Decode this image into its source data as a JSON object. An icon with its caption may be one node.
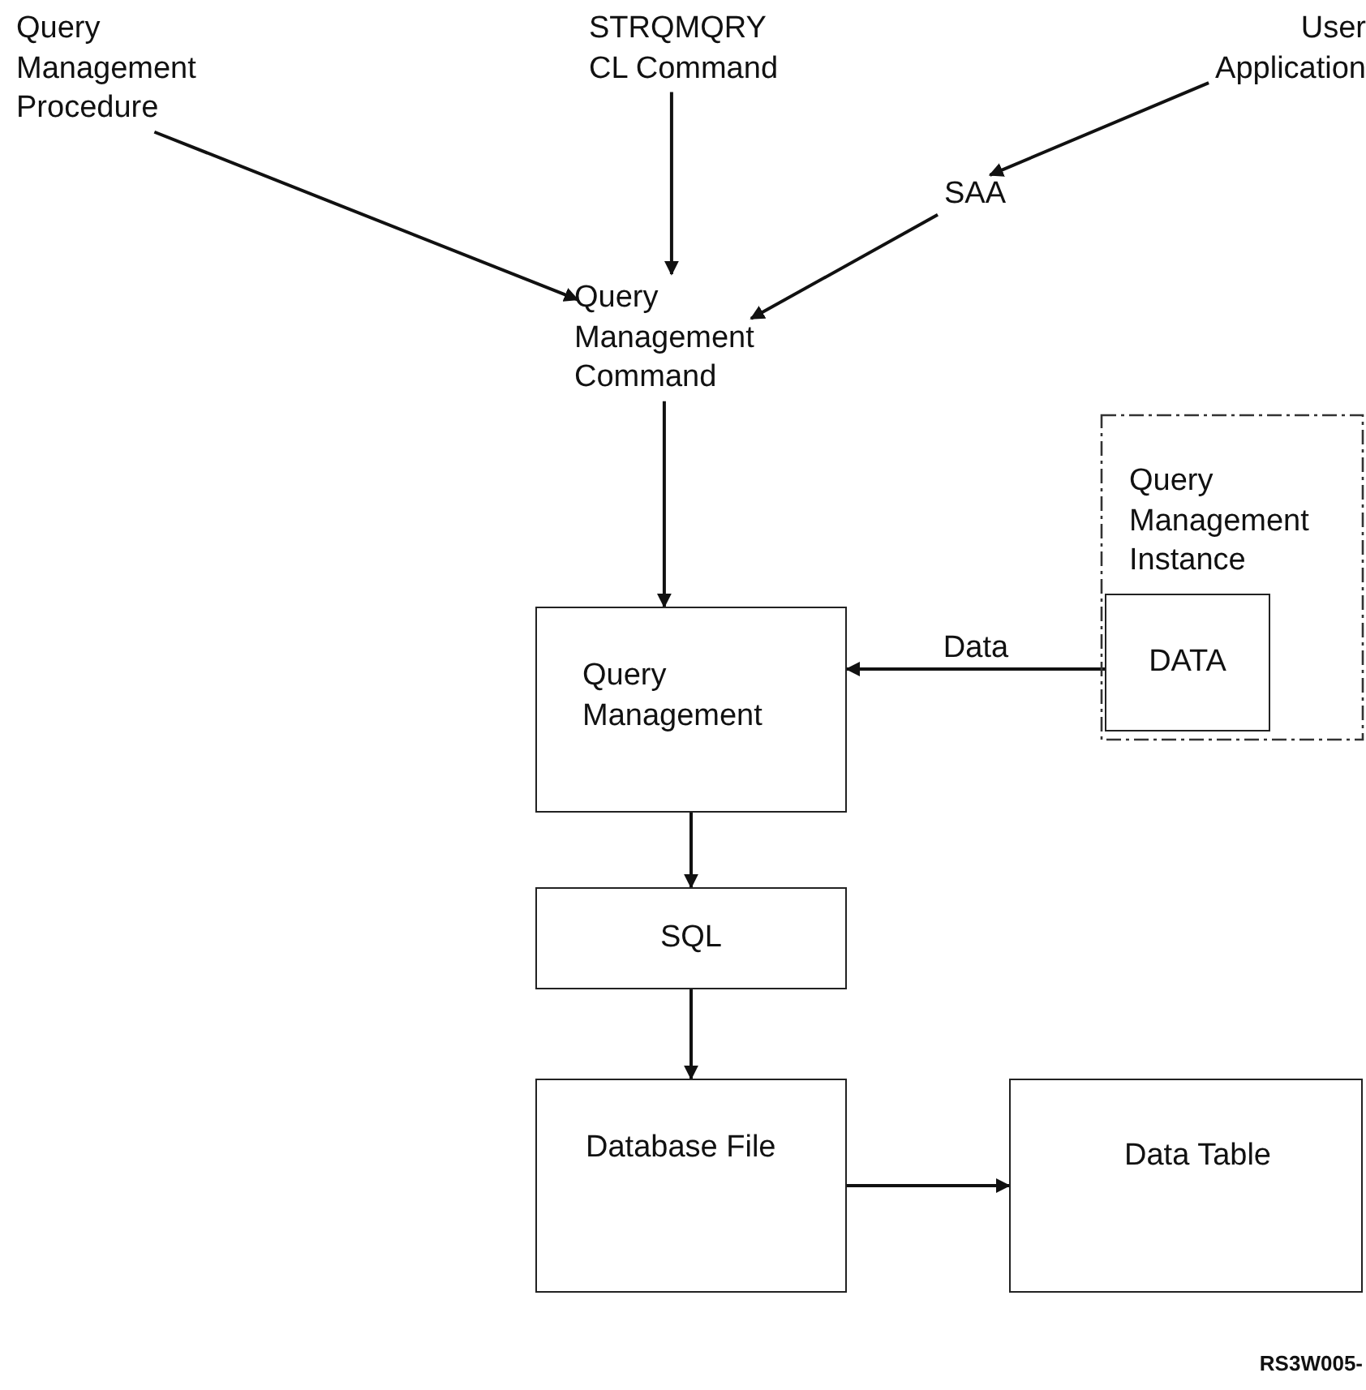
{
  "diagram": {
    "nodes": [
      {
        "text": [
          "Query Management Procedure"
        ]
      },
      {
        "text": [
          "STRQMQRY CL Command"
        ]
      },
      {
        "text": [
          "User Application"
        ]
      },
      {
        "text": [
          "SAA"
        ]
      },
      {
        "text": [
          "Query Management Command"
        ]
      },
      {
        "text": [
          "Query Management Instance"
        ]
      },
      {
        "text": [
          "DATA"
        ],
        "in": 5
      },
      {
        "text": [
          "Query Management"
        ]
      },
      {
        "text": [
          "SQL"
        ]
      },
      {
        "text": [
          "Database File"
        ]
      },
      {
        "text": [
          "Data Table"
        ]
      }
    ],
    "edges": [
      {
        "from": 0,
        "to": 4,
        "arrow": "to"
      },
      {
        "from": 1,
        "to": 4,
        "arrow": "to"
      },
      {
        "from": 2,
        "to": 3,
        "arrow": "to"
      },
      {
        "from": 3,
        "to": 4,
        "arrow": "to"
      },
      {
        "from": 4,
        "to": 7,
        "arrow": "to"
      },
      {
        "from": 6,
        "to": 7,
        "arrow": "to",
        "label": "Data"
      },
      {
        "from": 7,
        "to": 8,
        "arrow": "to"
      },
      {
        "from": 8,
        "to": 9,
        "arrow": "to"
      },
      {
        "from": 9,
        "to": 10,
        "arrow": "to"
      }
    ],
    "labels": [
      "RS3W005-"
    ]
  }
}
